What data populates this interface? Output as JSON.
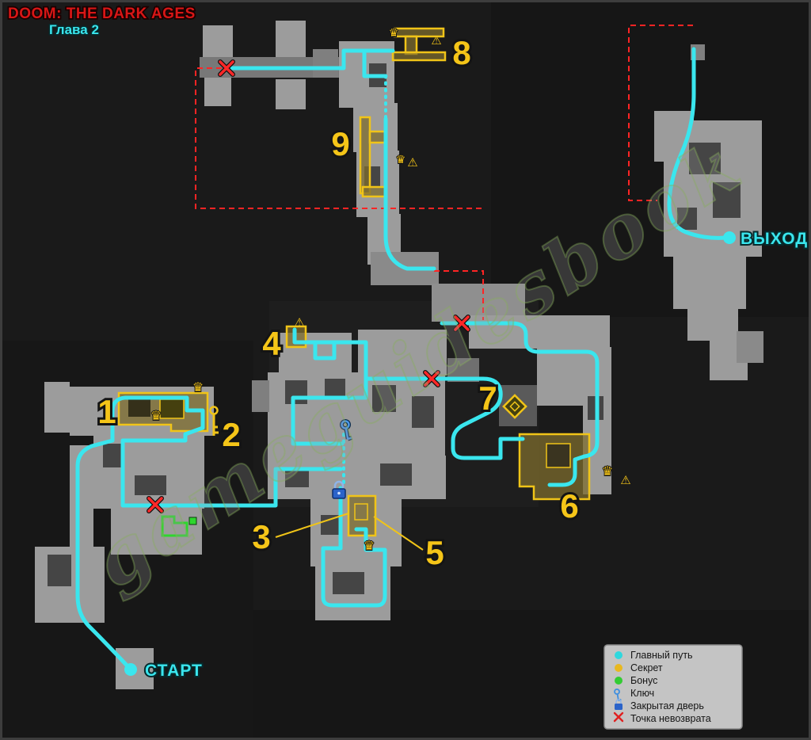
{
  "header": {
    "title": "DOOM: THE DARK AGES",
    "chapter": "Глава 2"
  },
  "map": {
    "start_label": "СТАРТ",
    "exit_label": "ВЫХОД",
    "watermark": "gameguidesbook",
    "markers": [
      {
        "label": "1"
      },
      {
        "label": "2"
      },
      {
        "label": "3"
      },
      {
        "label": "4"
      },
      {
        "label": "5"
      },
      {
        "label": "6"
      },
      {
        "label": "7"
      },
      {
        "label": "8"
      },
      {
        "label": "9"
      }
    ]
  },
  "legend": {
    "items": [
      {
        "label": "Главный путь",
        "icon": "main-path-dot",
        "color": "#2fd8de"
      },
      {
        "label": "Секрет",
        "icon": "secret-dot",
        "color": "#e8b820"
      },
      {
        "label": "Бонус",
        "icon": "bonus-dot",
        "color": "#33cc33"
      },
      {
        "label": "Ключ",
        "icon": "key-icon",
        "color": "#3f8fe0"
      },
      {
        "label": "Закрытая дверь",
        "icon": "lock-icon",
        "color": "#2b63c9"
      },
      {
        "label": "Точка невозврата",
        "icon": "no-return-x",
        "color": "#e02020"
      }
    ]
  },
  "colors": {
    "main_path": "#3ae6ee",
    "secret": "#f0c418",
    "bonus": "#2ed62e",
    "no_return": "#e82222",
    "title_red": "#d81616"
  }
}
